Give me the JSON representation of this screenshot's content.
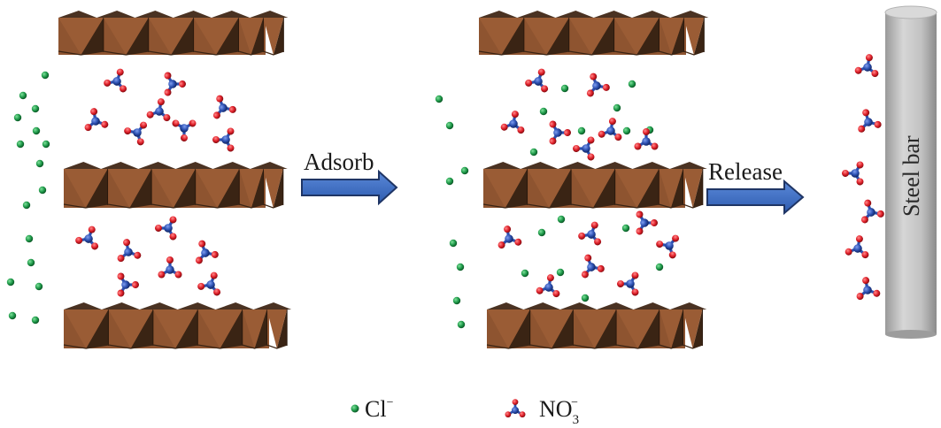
{
  "diagram": {
    "description": "Layered double hydroxide adsorbs Cl- and releases NO3- toward steel bar",
    "stages": [
      {
        "name": "initial",
        "layers": 3,
        "interlayer_anion": "NO3-",
        "outside_ions": "Cl-"
      },
      {
        "name": "after-adsorb",
        "layers": 3,
        "interlayer_anion": "NO3- + Cl-",
        "outside_ions": "Cl-"
      },
      {
        "name": "released",
        "target": "Steel bar",
        "ions": "NO3-"
      }
    ],
    "arrows": {
      "adsorb": {
        "label": "Adsorb"
      },
      "release": {
        "label": "Release"
      }
    },
    "steel_bar": {
      "label": "Steel bar"
    },
    "legend": {
      "chloride": {
        "label": "Cl",
        "charge": "−"
      },
      "nitrate": {
        "label": "NO",
        "subscript": "3",
        "charge": "−"
      }
    },
    "colors": {
      "layer_front": "#8e5430",
      "layer_dark": "#3a2414",
      "layer_top": "#4a3222",
      "chloride": "#1f9a4a",
      "nitrogen": "#2b4fb0",
      "oxygen": "#e0202a",
      "arrow_fill": "#3f6fc4",
      "arrow_stroke": "#1f3565",
      "steel": "#bdbdbd"
    }
  }
}
